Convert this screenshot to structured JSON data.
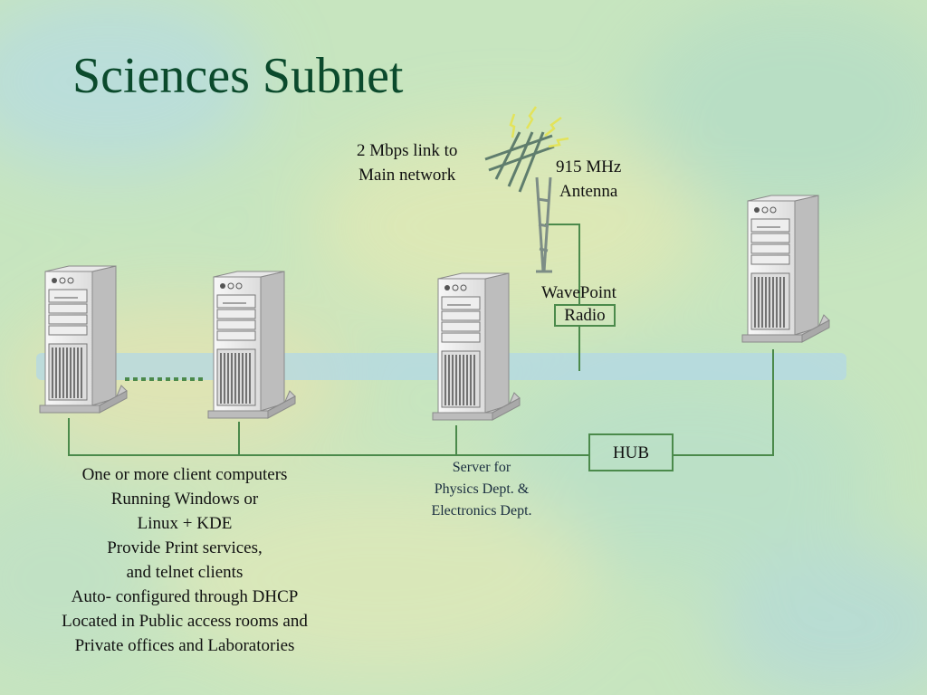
{
  "slide": {
    "title": "Sciences Subnet"
  },
  "labels": {
    "link": [
      "2 Mbps link to",
      "Main network"
    ],
    "antenna": [
      "915 MHz",
      "Antenna"
    ],
    "wavepoint": [
      "WavePoint",
      "Radio"
    ],
    "hub": "HUB",
    "server": [
      "Server for",
      "Physics Dept. &",
      "Electronics Dept."
    ],
    "clients": [
      "One or more client computers",
      "Running Windows or",
      "Linux + KDE",
      "Provide Print services,",
      "and telnet clients",
      "Auto- configured through DHCP",
      "Located in Public access rooms and",
      "Private offices and Laboratories"
    ]
  },
  "colors": {
    "title": "#0b4a2c",
    "wire": "#4b8a4b",
    "server_text": "#1a2e40"
  },
  "icons": [
    "tower-computer-icon",
    "antenna-icon",
    "lightning-icon"
  ]
}
